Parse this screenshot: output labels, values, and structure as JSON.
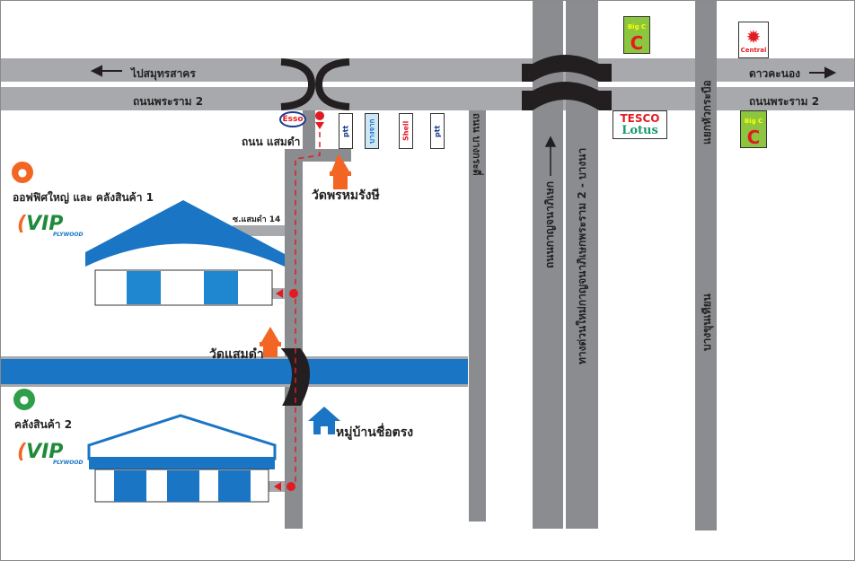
{
  "roads": {
    "to_samut_sakhon": "ไปสมุทรสาคร",
    "rama2_left": "ถนนพระราม 2",
    "rama2_right": "ถนนพระราม 2",
    "dao_khanong": "ดาวคะนอง",
    "samae_dam": "ถนน แสมดำ",
    "soi_samae_dam_14": "ซ.แสมดำ 14",
    "bang_kradi": "ถนน บางกระดี่",
    "kanchanaphisek": "ถนนกาญจนาภิเษก",
    "expressway": "ทางด่วนใหม่กาญจนาภิเษกพระราม 2 - บางนา",
    "hua_krabue": "แยกหัวกระบือ",
    "bang_khun_thian": "บางขุนเทียน"
  },
  "landmarks": {
    "wat_phrom_rangsi": "วัดพรหมรังษี",
    "wat_samae_dam": "วัดแสมดำ",
    "village": "หมู่บ้านชื่อตรง",
    "office_1": "ออฟฟิศใหญ่ และ คลังสินค้า 1",
    "warehouse_2": "คลังสินค้า 2"
  },
  "logos": {
    "esso": "Esso",
    "ptt": "ptt",
    "bangchak": "บางจาก",
    "shell": "Shell",
    "bigc": "Big C",
    "central": "Central",
    "tesco": "TESCO",
    "lotus": "Lotus",
    "vip": "VIP",
    "plywood": "PLYWOOD"
  },
  "colors": {
    "road": "#a7a9ac",
    "river": "#1a75c4",
    "route": "#e21b23",
    "temple": "#f26522",
    "pin_orange": "#f26522",
    "pin_green": "#2e9e48"
  }
}
